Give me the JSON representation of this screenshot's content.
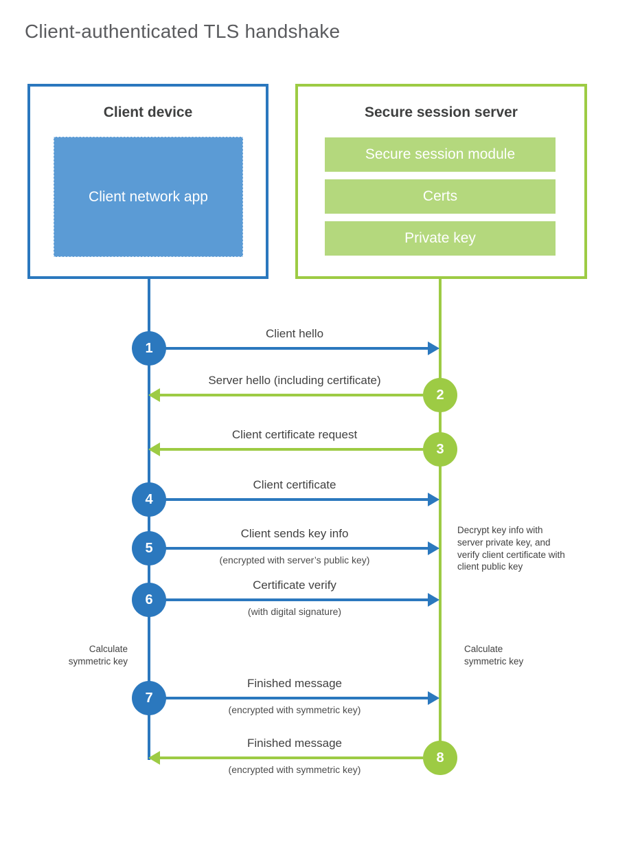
{
  "page_title": "Client-authenticated TLS handshake",
  "client": {
    "title": "Client device",
    "app_label": "Client network app"
  },
  "server": {
    "title": "Secure session server",
    "modules": [
      "Secure session module",
      "Certs",
      "Private key"
    ]
  },
  "steps": [
    {
      "num": "1",
      "from": "client",
      "direction": "right",
      "label": "Client hello",
      "sublabel": ""
    },
    {
      "num": "2",
      "from": "server",
      "direction": "left",
      "label": "Server hello (including certificate)",
      "sublabel": ""
    },
    {
      "num": "3",
      "from": "server",
      "direction": "left",
      "label": "Client certificate request",
      "sublabel": ""
    },
    {
      "num": "4",
      "from": "client",
      "direction": "right",
      "label": "Client certificate",
      "sublabel": ""
    },
    {
      "num": "5",
      "from": "client",
      "direction": "right",
      "label": "Client sends key info",
      "sublabel": "(encrypted with server’s public key)"
    },
    {
      "num": "6",
      "from": "client",
      "direction": "right",
      "label": "Certificate verify",
      "sublabel": "(with digital signature)"
    },
    {
      "num": "7",
      "from": "client",
      "direction": "right",
      "label": "Finished message",
      "sublabel": "(encrypted with symmetric key)"
    },
    {
      "num": "8",
      "from": "server",
      "direction": "left",
      "label": "Finished message",
      "sublabel": "(encrypted with symmetric key)"
    }
  ],
  "notes": {
    "server_decrypt": "Decrypt key info with server private key, and verify client certificate with client public key",
    "client_calculate": "Calculate symmetric key",
    "server_calculate": "Calculate symmetric key"
  },
  "colors": {
    "blue": "#2b78be",
    "light_blue": "#5b9bd5",
    "green": "#9dcb44",
    "light_green": "#b4d87d"
  }
}
